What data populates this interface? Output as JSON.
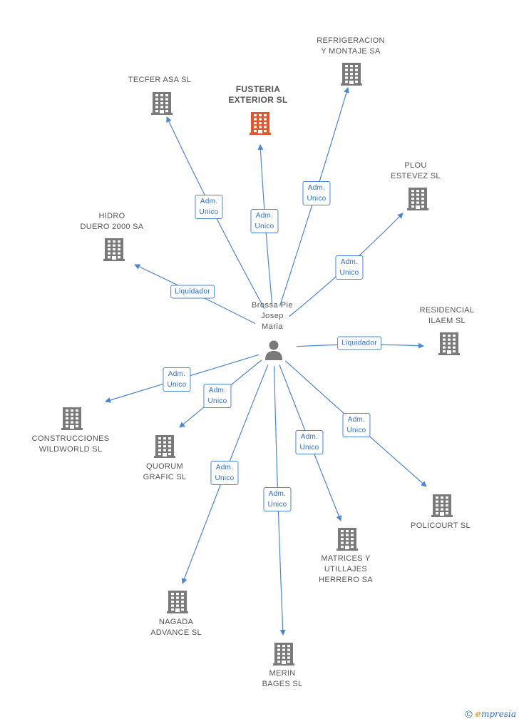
{
  "center": {
    "name": "Brossa Pie\nJosep\nMaria",
    "icon": "person-icon"
  },
  "nodes": [
    {
      "id": "fusteria",
      "label": "FUSTERIA\nEXTERIOR SL",
      "highlight": true,
      "icon": "building-icon"
    },
    {
      "id": "tecfer",
      "label": "TECFER ASA SL",
      "highlight": false,
      "icon": "building-icon"
    },
    {
      "id": "refrigeracion",
      "label": "REFRIGERACION\nY MONTAJE SA",
      "highlight": false,
      "icon": "building-icon"
    },
    {
      "id": "plou",
      "label": "PLOU\nESTEVEZ SL",
      "highlight": false,
      "icon": "building-icon"
    },
    {
      "id": "hidro",
      "label": "HIDRO\nDUERO 2000 SA",
      "highlight": false,
      "icon": "building-icon"
    },
    {
      "id": "residencial",
      "label": "RESIDENCIAL\nILAEM SL",
      "highlight": false,
      "icon": "building-icon"
    },
    {
      "id": "construcciones",
      "label": "CONSTRUCCIONES\nWILDWORLD SL",
      "highlight": false,
      "icon": "building-icon"
    },
    {
      "id": "quorum",
      "label": "QUORUM\nGRAFIC SL",
      "highlight": false,
      "icon": "building-icon"
    },
    {
      "id": "policourt",
      "label": "POLICOURT SL",
      "highlight": false,
      "icon": "building-icon"
    },
    {
      "id": "matrices",
      "label": "MATRICES Y\nUTILLAJES\nHERRERO SA",
      "highlight": false,
      "icon": "building-icon"
    },
    {
      "id": "nagada",
      "label": "NAGADA\nADVANCE SL",
      "highlight": false,
      "icon": "building-icon"
    },
    {
      "id": "merin",
      "label": "MERIN\nBAGES SL",
      "highlight": false,
      "icon": "building-icon"
    }
  ],
  "edges": [
    {
      "to": "fusteria",
      "role": "Adm.\nUnico"
    },
    {
      "to": "tecfer",
      "role": "Adm.\nUnico"
    },
    {
      "to": "refrigeracion",
      "role": "Adm.\nUnico"
    },
    {
      "to": "plou",
      "role": "Adm.\nUnico"
    },
    {
      "to": "hidro",
      "role": "Liquidador"
    },
    {
      "to": "residencial",
      "role": "Liquidador"
    },
    {
      "to": "construcciones",
      "role": "Adm.\nUnico"
    },
    {
      "to": "quorum",
      "role": "Adm.\nUnico"
    },
    {
      "to": "policourt",
      "role": "Adm.\nUnico"
    },
    {
      "to": "matrices",
      "role": "Adm.\nUnico"
    },
    {
      "to": "nagada",
      "role": "Adm.\nUnico"
    },
    {
      "to": "merin",
      "role": "Adm.\nUnico"
    }
  ],
  "colors": {
    "edge": "#4a86d6",
    "building": "#7a7a7a",
    "highlight": "#e8542a",
    "person": "#7a7a7a"
  },
  "footer": {
    "copyright": "©",
    "brand_e": "e",
    "brand_rest": "mpresia"
  }
}
